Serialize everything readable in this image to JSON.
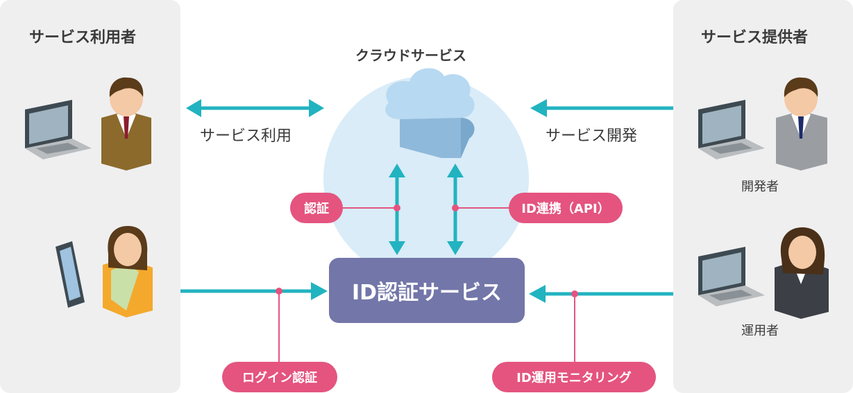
{
  "left_panel": {
    "title": "サービス利用者"
  },
  "right_panel": {
    "title": "サービス提供者"
  },
  "cloud": {
    "title": "クラウドサービス"
  },
  "edges": {
    "service_use": "サービス利用",
    "service_dev": "サービス開発"
  },
  "roles": {
    "developer": "開発者",
    "operator": "運用者"
  },
  "pills": {
    "auth": "認証",
    "id_link": "ID連携（API）",
    "login_auth": "ログイン認証",
    "id_monitoring": "ID運用モニタリング"
  },
  "center_box": "ID認証サービス",
  "colors": {
    "arrow": "#22b3c0",
    "pill": "#e4547f",
    "box": "#7376a8",
    "circle": "#d9ecf8"
  }
}
